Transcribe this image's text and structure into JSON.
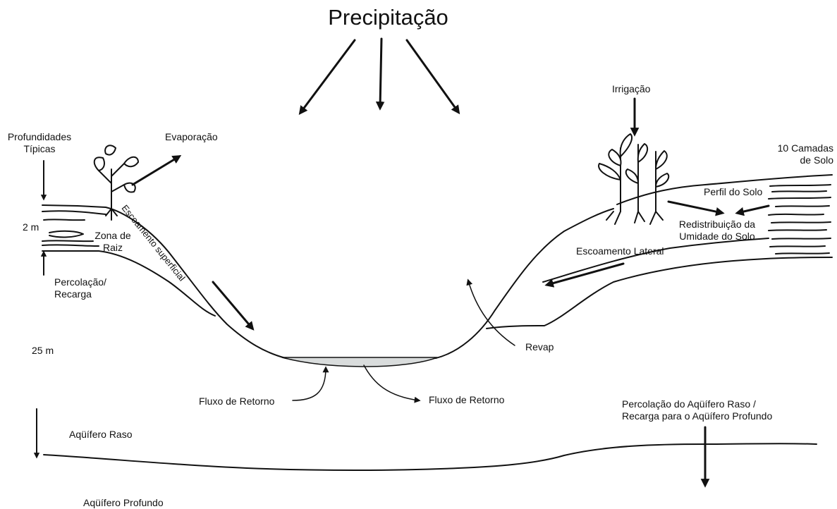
{
  "title": "Precipitação",
  "labels": {
    "typical_depths": "Profundidades\nTípicas",
    "depth_2m": "2 m",
    "depth_25m": "25 m",
    "evaporation": "Evaporação",
    "root_zone": "Zona de\nRaiz",
    "percolation_recharge": "Percolação/\nRecarga",
    "surface_runoff": "Escoamento superficial",
    "return_flow_left": "Fluxo de Retorno",
    "return_flow_right": "Fluxo de Retorno",
    "irrigation": "Irrigação",
    "soil_layers": "10 Camadas\nde Solo",
    "soil_profile": "Perfil do Solo",
    "moisture_redistribution": "Redistribuição da\nUmidade do Solo",
    "lateral_flow": "Escoamento Lateral",
    "revap": "Revap",
    "shallow_aquifer": "Aqüífero Raso",
    "deep_percolation": "Percolação do Aqüífero Raso /\nRecarga para o Aqüífero Profundo",
    "deep_aquifer": "Aqüífero Profundo"
  },
  "colors": {
    "ink": "#111111",
    "water": "#d9dcdc",
    "background": "#ffffff"
  }
}
